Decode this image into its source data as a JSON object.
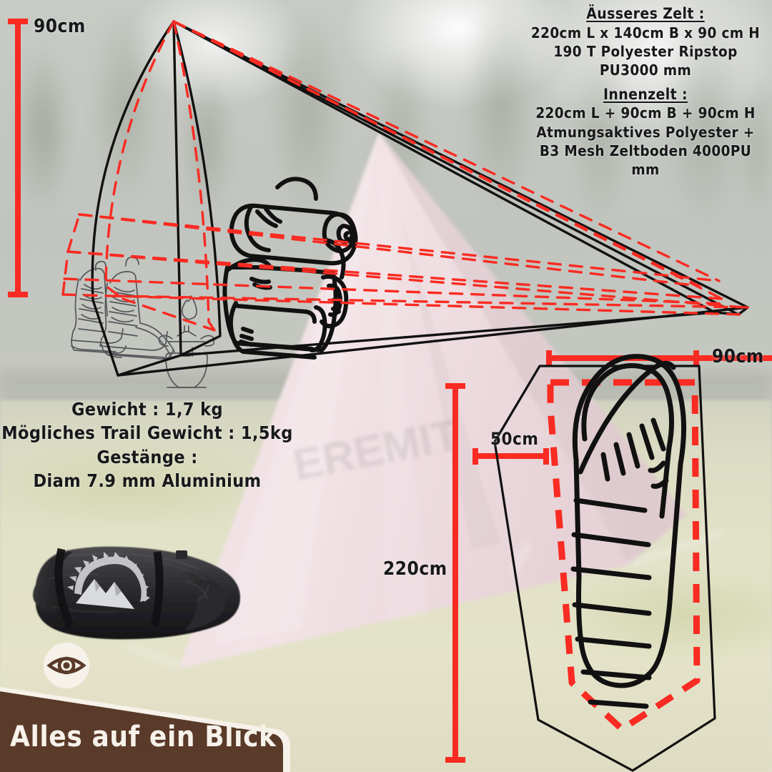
{
  "colors": {
    "dimension_red": "#f92b22",
    "outline_black": "#111111",
    "banner_brown": "#5a3a29",
    "banner_text": "#f6f2ea",
    "tent_pink": "#f0dde1"
  },
  "spec_outer_tent": {
    "heading": "Äusseres Zelt :",
    "lines": [
      "220cm L x 140cm B x 90 cm H",
      "190 T Polyester Ripstop PU3000 mm"
    ]
  },
  "spec_inner_tent": {
    "heading": "Innenzelt :",
    "lines": [
      "220cm L + 90cm B + 90cm H",
      "Atmungsaktives Polyester +",
      "B3 Mesh Zeltboden 4000PU mm"
    ]
  },
  "spec_weight": {
    "lines": [
      "Gewicht : 1,7 kg",
      "Mögliches Trail Gewicht : 1,5kg",
      "Gestänge :",
      "Diam 7.9 mm Aluminium"
    ]
  },
  "dimensions": {
    "height": "90cm",
    "width": "90cm",
    "inner_width": "50cm",
    "length": "220cm"
  },
  "banner": {
    "text": "Alles auf ein Blick",
    "icon": "eye-icon"
  }
}
